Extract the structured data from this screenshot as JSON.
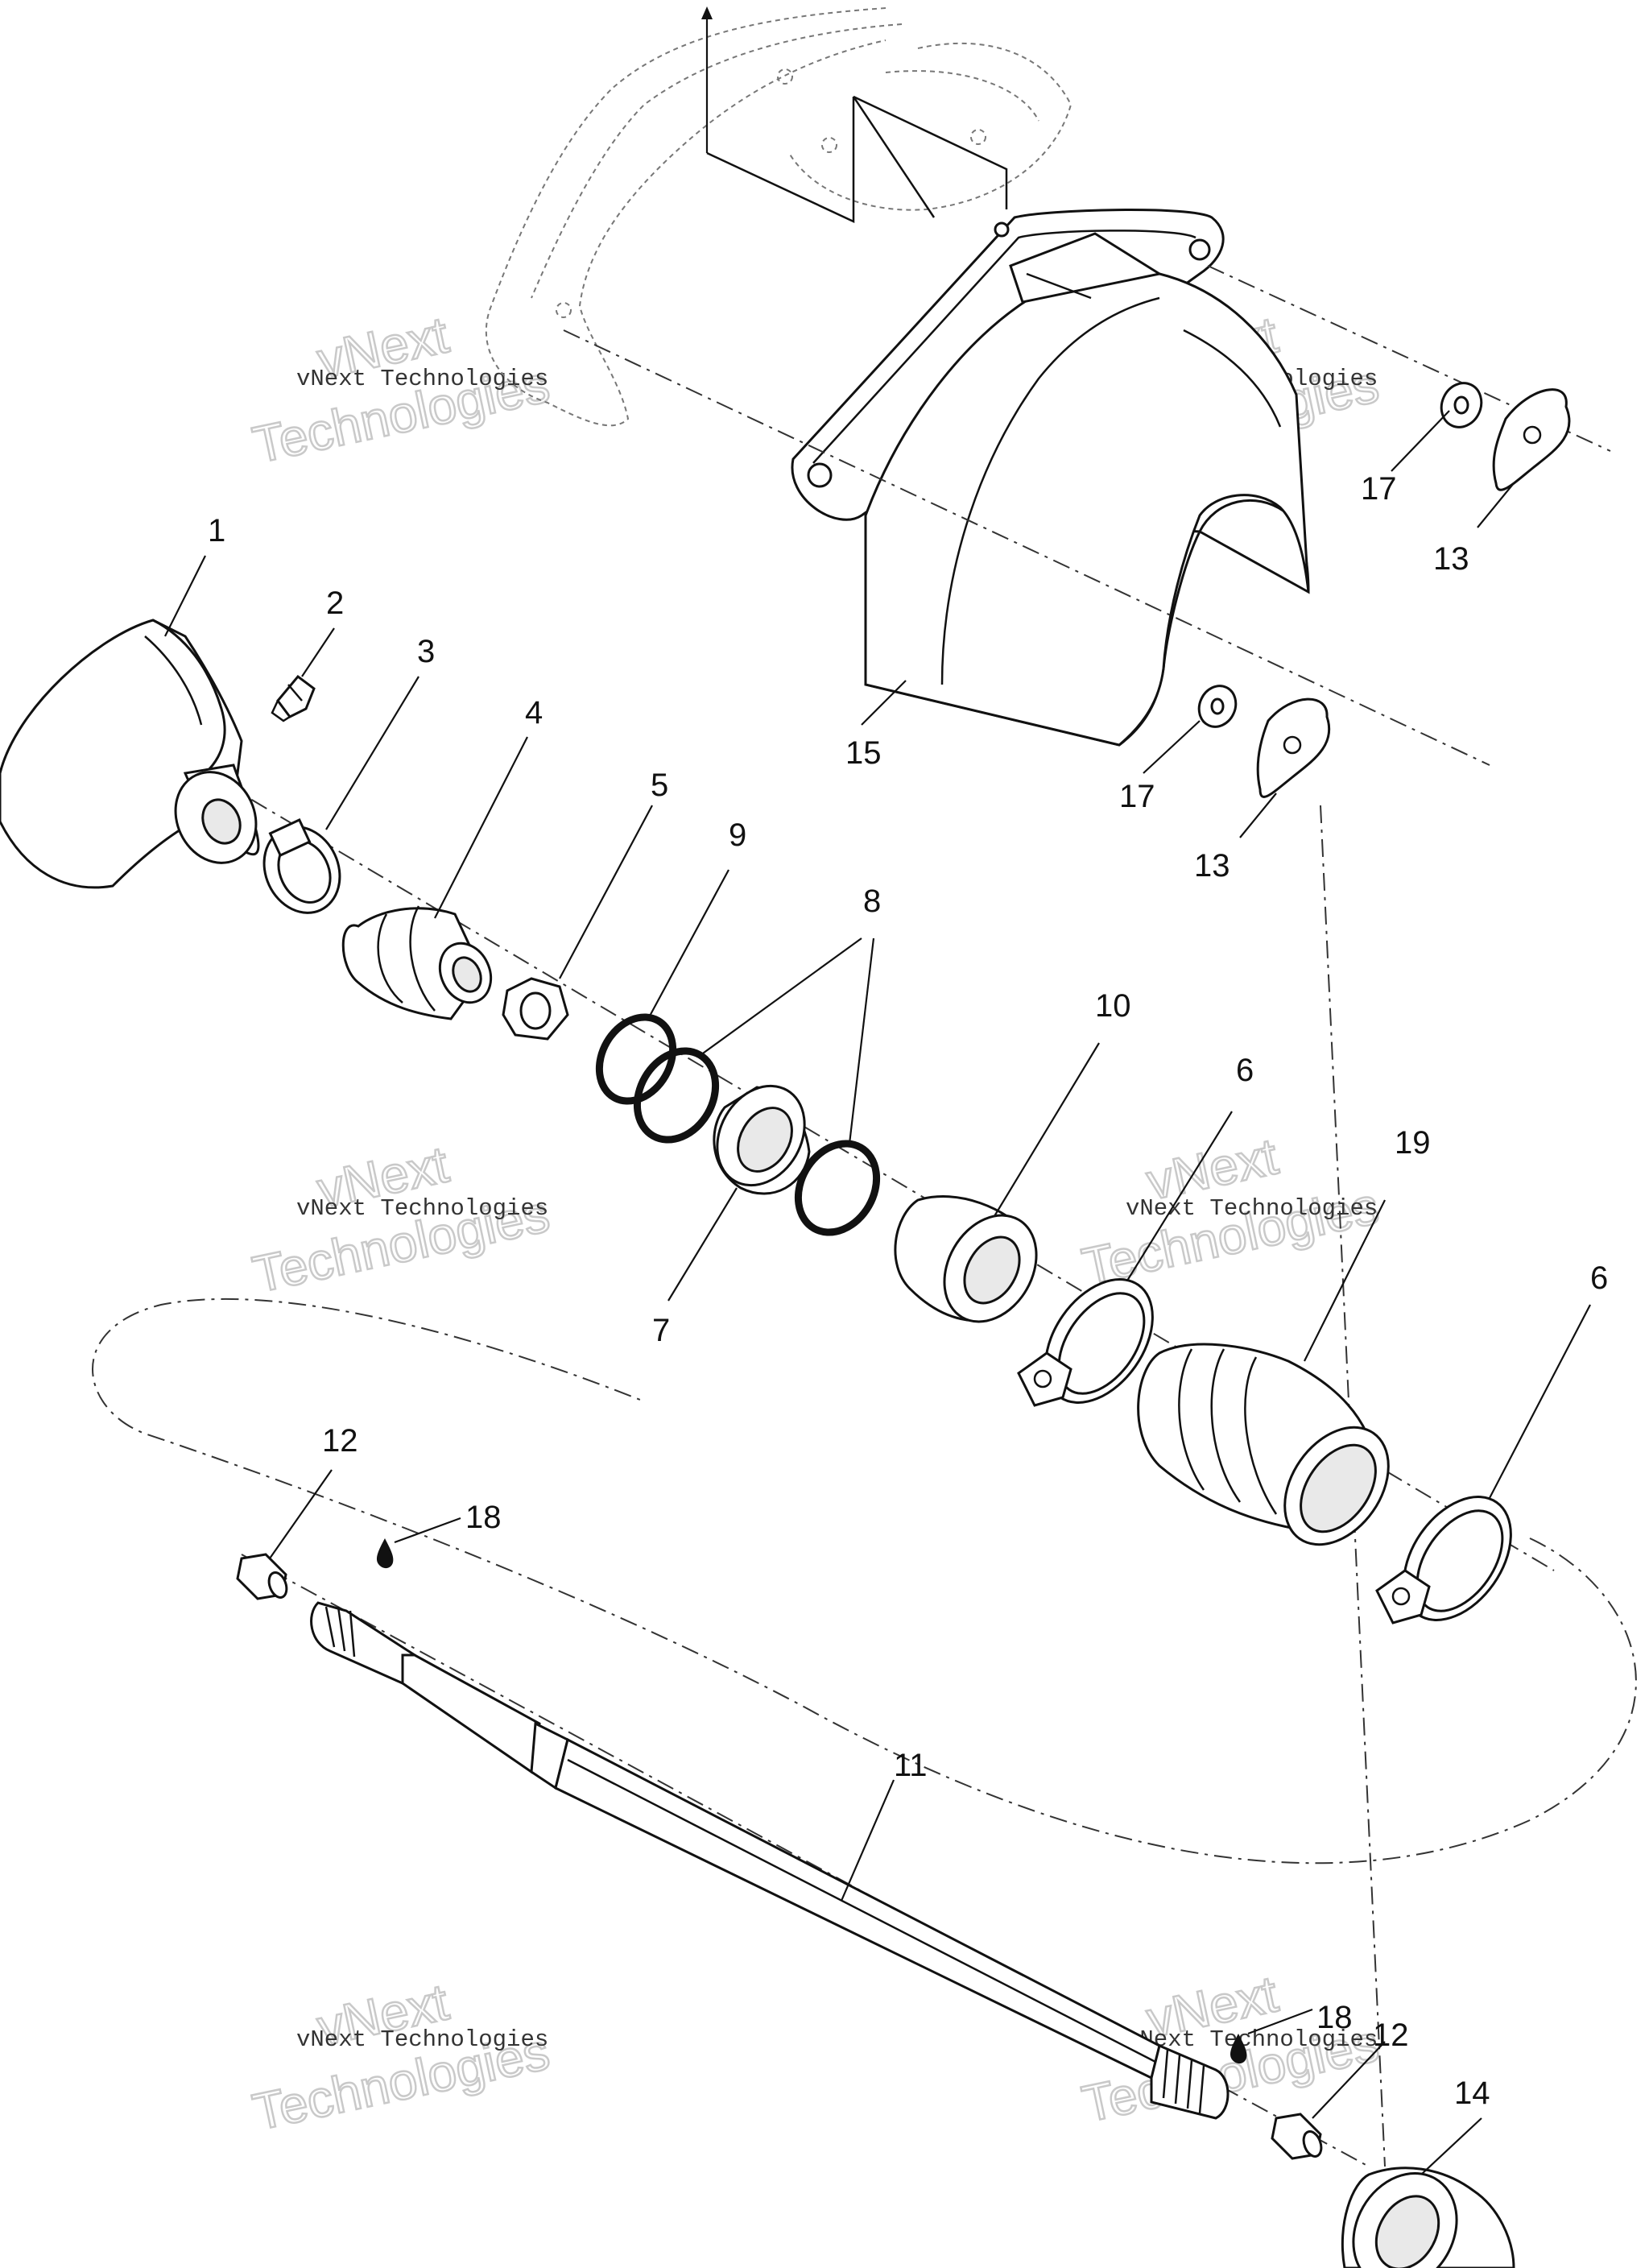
{
  "callouts": [
    {
      "id": "c1",
      "label": "1"
    },
    {
      "id": "c2",
      "label": "2"
    },
    {
      "id": "c3",
      "label": "3"
    },
    {
      "id": "c4",
      "label": "4"
    },
    {
      "id": "c5",
      "label": "5"
    },
    {
      "id": "c6a",
      "label": "6"
    },
    {
      "id": "c6b",
      "label": "6"
    },
    {
      "id": "c7",
      "label": "7"
    },
    {
      "id": "c8",
      "label": "8"
    },
    {
      "id": "c9",
      "label": "9"
    },
    {
      "id": "c10",
      "label": "10"
    },
    {
      "id": "c11",
      "label": "11"
    },
    {
      "id": "c12a",
      "label": "12"
    },
    {
      "id": "c12b",
      "label": "12"
    },
    {
      "id": "c13a",
      "label": "13"
    },
    {
      "id": "c13b",
      "label": "13"
    },
    {
      "id": "c14",
      "label": "14"
    },
    {
      "id": "c15",
      "label": "15"
    },
    {
      "id": "c17a",
      "label": "17"
    },
    {
      "id": "c17b",
      "label": "17"
    },
    {
      "id": "c18a",
      "label": "18"
    },
    {
      "id": "c18b",
      "label": "18"
    },
    {
      "id": "c19",
      "label": "19"
    }
  ],
  "watermark": {
    "small": "vNext Technologies",
    "big_line1": "vNext",
    "big_line2": "Technologies"
  }
}
